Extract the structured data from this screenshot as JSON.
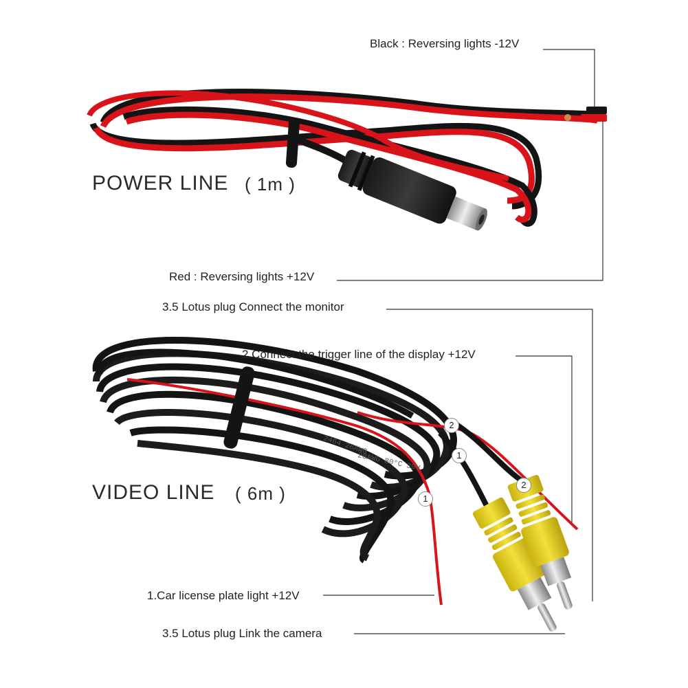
{
  "labels": {
    "black_power": "Black : Reversing lights -12V",
    "power_line": "POWER  LINE",
    "power_length": "( 1m )",
    "red_power": "Red : Reversing lights +12V",
    "lotus_monitor": "3.5 Lotus plug  Connect the monitor",
    "trigger_line": "2.Connect the trigger line of the display +12V",
    "video_line": "VIDEO  LINE",
    "video_length": "( 6m )",
    "plate_light": "1.Car license plate light +12V",
    "lotus_camera": "3.5 Lotus plug  Link the camera"
  },
  "markers": {
    "m1_left": "1",
    "m1_right": "1",
    "m2_top": "2",
    "m2_plug": "2"
  },
  "cable_text": {
    "jacket_a": "2464  26AWG",
    "jacket_b": "28AWG 80°C 30V"
  },
  "colors": {
    "red_wire": "#d8141a",
    "black_wire": "#141414",
    "yellow_plug": "#e8d21c",
    "leader_line": "#333333"
  }
}
